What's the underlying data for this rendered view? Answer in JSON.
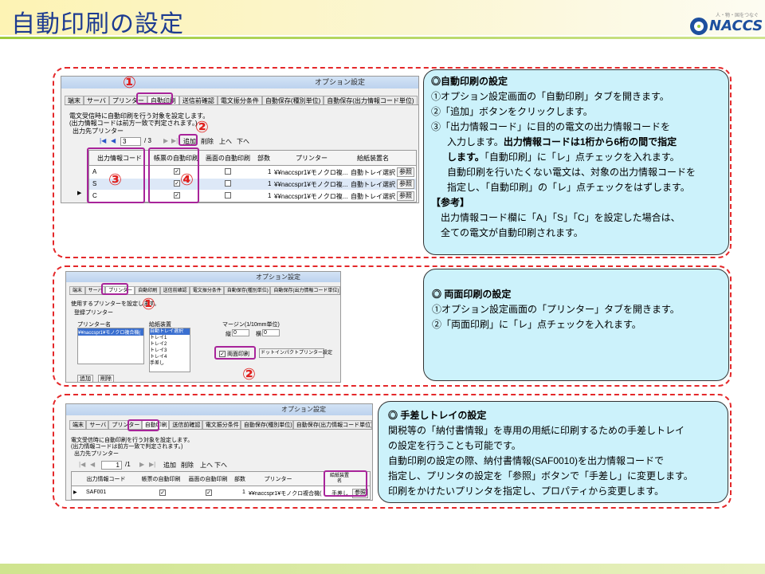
{
  "header": {
    "title": "自動印刷の設定",
    "logo_tagline": "人・物・国をつなぐ",
    "logo_text": "NACCS"
  },
  "colors": {
    "title": "#1d3b91",
    "badge": "#e0201e",
    "highlight": "#a8249a",
    "dashed_border": "#e4282a",
    "callout_bg": "#ccf2fb"
  },
  "section1": {
    "window_title": "オプション設定",
    "tabs": [
      "端末",
      "サーバ",
      "プリンター",
      "自動印刷",
      "送信前確認",
      "電文振分条件",
      "自動保存(種別単位)",
      "自動保存(出力情報コード単位)"
    ],
    "active_tab": "自動印刷",
    "desc1": "電文受信時に自動印刷を行う対象を設定します。",
    "desc2": "(出力情報コードは前方一致で判定されます。)",
    "group_label": "出力先プリンター",
    "nav": {
      "first": "|◀",
      "prev": "◀",
      "page": "3",
      "of": "/ 3",
      "next": "▶",
      "last": "▶|"
    },
    "toolbar": [
      "追加",
      "削除",
      "上へ",
      "下へ"
    ],
    "columns": [
      "出力情報コード",
      "帳票の自動印刷",
      "画面の自動印刷",
      "部数",
      "プリンター",
      "給紙装置名"
    ],
    "rows": [
      {
        "code": "A",
        "copies": "1",
        "printer": "¥¥naccspr1¥モノクロ複...",
        "tray": "自動トレイ選択",
        "ref": "参照"
      },
      {
        "code": "S",
        "copies": "1",
        "printer": "¥¥naccspr1¥モノクロ複...",
        "tray": "自動トレイ選択",
        "ref": "参照"
      },
      {
        "code": "C",
        "copies": "1",
        "printer": "¥¥naccspr1¥モノクロ複...",
        "tray": "自動トレイ選択",
        "ref": "参照"
      }
    ],
    "badges": [
      "①",
      "②",
      "③",
      "④"
    ],
    "callout": [
      "◎自動印刷の設定",
      "①オプション設定画面の「自動印刷」タブを開きます。",
      "②「追加」ボタンをクリックします。",
      "③「出力情報コード」に目的の電文の出力情報コードを",
      "入力します。",
      "出力情報コードは1桁から6桁の間で指定",
      "します。",
      "「自動印刷」に「レ」点チェックを入れます。",
      "自動印刷を行いたくない電文は、対象の出力情報コードを",
      "指定し、「自動印刷」の「レ」点チェックをはずします。",
      "【参考】",
      "出力情報コード欄に「A」「S」「C」を設定した場合は、",
      "全ての電文が自動印刷されます。"
    ]
  },
  "section2": {
    "window_title": "オプション設定",
    "tabs": [
      "端末",
      "サーバ",
      "プリンター",
      "自動印刷",
      "送信前確認",
      "電文振分条件",
      "自動保存(種別単位)",
      "自動保存(出力情報コード単位)"
    ],
    "active_tab": "プリンター",
    "desc": "使用するプリンターを設定します。",
    "group_label": "登録プリンター",
    "printer_label": "プリンター名",
    "printer_item": "¥¥naccspr1¥モノクロ複合機(",
    "tray_label": "給紙装置",
    "trays": [
      "自動トレイ選択",
      "トレイ1",
      "トレイ2",
      "トレイ3",
      "トレイ4",
      "手差し"
    ],
    "margin_label": "マージン(1/10mm単位)",
    "margin_v_label": "縦",
    "margin_v": "0",
    "margin_h_label": "横",
    "margin_h": "0",
    "duplex_label": "両面印刷",
    "dot_impact_btn": "ドットインパクトプリンター設定",
    "add_btn": "追加",
    "del_btn": "削除",
    "badges": [
      "①",
      "②"
    ],
    "callout": [
      "◎ 両面印刷の設定",
      "①オプション設定画面の「プリンター」タブを開きます。",
      "②「両面印刷」に「レ」点チェックを入れます。"
    ]
  },
  "section3": {
    "window_title": "オプション設定",
    "tabs": [
      "端末",
      "サーバ",
      "プリンター",
      "自動印刷",
      "送信前確認",
      "電文振分条件",
      "自動保存(種別単位)",
      "自動保存(出力情報コード単位)"
    ],
    "active_tab": "自動印刷",
    "desc1": "電文受信時に自動印刷を行う対象を設定します。",
    "desc2": "(出力情報コードは前方一致で判定されます。)",
    "group_label": "出力先プリンター",
    "nav": {
      "first": "|◀",
      "prev": "◀",
      "page": "1",
      "of": "/1",
      "next": "▶",
      "last": "▶|"
    },
    "toolbar": [
      "追加",
      "削除",
      "上へ",
      "下へ"
    ],
    "columns": [
      "出力情報コード",
      "帳票の自動印刷",
      "画面の自動印刷",
      "部数",
      "プリンター",
      "給紙装置名"
    ],
    "row": {
      "code": "SAF001",
      "copies": "1",
      "printer": "¥¥naccspr1¥モノクロ複合機(",
      "tray": "手差し",
      "ref": "参照"
    },
    "callout": [
      "◎ 手差しトレイの設定",
      "関税等の「納付書情報」を専用の用紙に印刷するための手差しトレイ",
      "の設定を行うことも可能です。",
      "自動印刷の設定の際、納付書情報(SAF0010)を出力情報コードで",
      "指定し、プリンタの設定を「参照」ボタンで「手差し」に変更します。",
      "印刷をかけたいプリンタを指定し、プロパティから変更します。"
    ]
  }
}
